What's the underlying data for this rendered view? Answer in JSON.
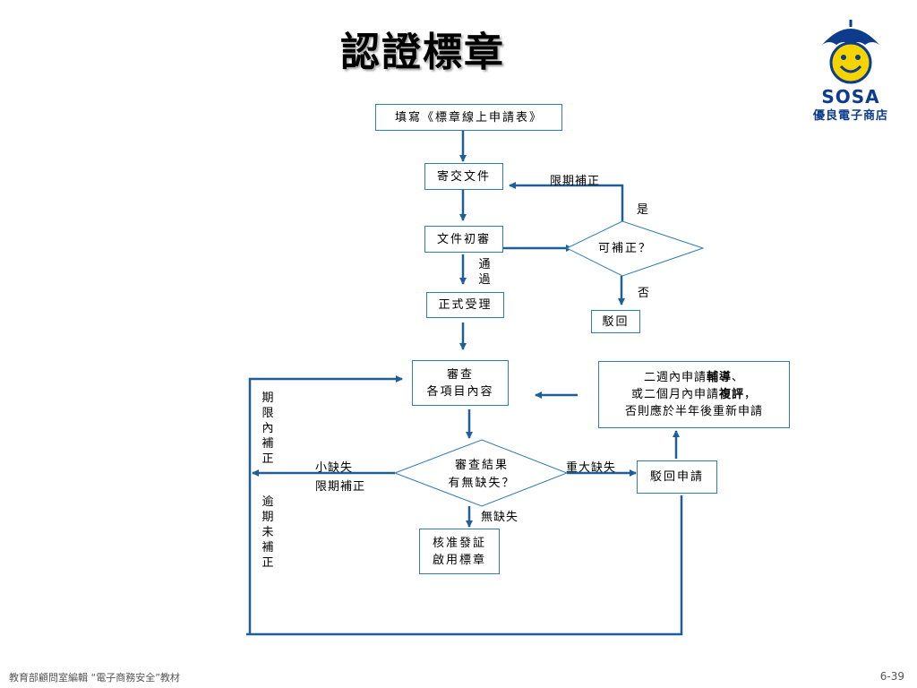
{
  "title": "認證標章",
  "logo": {
    "name": "SOSA",
    "subtitle": "優良電子商店"
  },
  "nodes": {
    "fill_form": "填寫《標章線上申請表》",
    "submit_docs": "寄交文件",
    "initial_review": "文件初審",
    "formal_accept": "正式受理",
    "reject": "駁回",
    "correctable": "可補正？",
    "review_line1": "審查",
    "review_line2": "各項目內容",
    "result_line1": "審查結果",
    "result_line2": "有無缺失？",
    "approve_line1": "核准發証",
    "approve_line2": "啟用標章",
    "reject_apply": "駁回申請",
    "note_line1_a": "二週內申請",
    "note_line1_b": "輔導",
    "note_line1_c": "、",
    "note_line2_a": "或二個月內申請",
    "note_line2_b": "複評",
    "note_line2_c": "，",
    "note_line3": "否則應於半年後重新申請"
  },
  "labels": {
    "deadline_fix": "限期補正",
    "yes": "是",
    "no": "否",
    "pass_1": "通",
    "pass_2": "過",
    "minor_1": "小缺失",
    "minor_2": "限期補正",
    "major": "重大缺失",
    "none": "無缺失",
    "fix_within_deadline": [
      "期",
      "限",
      "內",
      "補",
      "正"
    ],
    "overdue_unfixed": [
      "逾",
      "期",
      "未",
      "補",
      "正"
    ]
  },
  "footer": {
    "left": "教育部顧問室編輯 “電子商務安全”教材",
    "page": "6-39"
  },
  "colors": {
    "line": "#1f5f99",
    "box_border": "#2e7bb5",
    "logo_blue": "#0d3c8c",
    "logo_yellow": "#f5d400"
  }
}
